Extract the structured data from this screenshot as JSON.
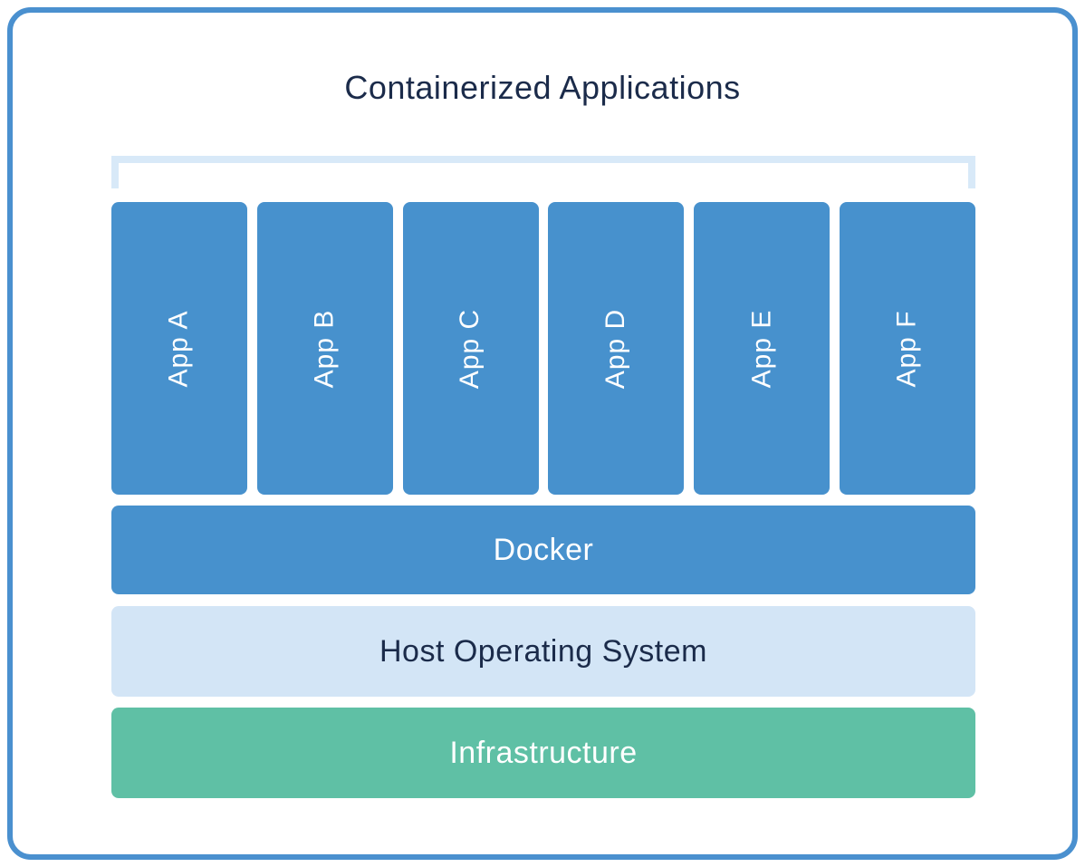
{
  "diagram": {
    "title": "Containerized Applications",
    "apps": [
      {
        "label": "App A"
      },
      {
        "label": "App B"
      },
      {
        "label": "App C"
      },
      {
        "label": "App D"
      },
      {
        "label": "App E"
      },
      {
        "label": "App F"
      }
    ],
    "layers": [
      {
        "id": "docker",
        "label": "Docker"
      },
      {
        "id": "host-os",
        "label": "Host Operating System"
      },
      {
        "id": "infrastructure",
        "label": "Infrastructure"
      }
    ],
    "colors": {
      "container_blue": "#4791CD",
      "host_os_light_blue": "#D3E5F6",
      "bracket_light_blue": "#D8E9F8",
      "infrastructure_green": "#5FC0A5",
      "title_navy": "#1B2B4A",
      "frame_border_blue": "#4A90CF",
      "label_white": "#FFFFFF"
    }
  }
}
